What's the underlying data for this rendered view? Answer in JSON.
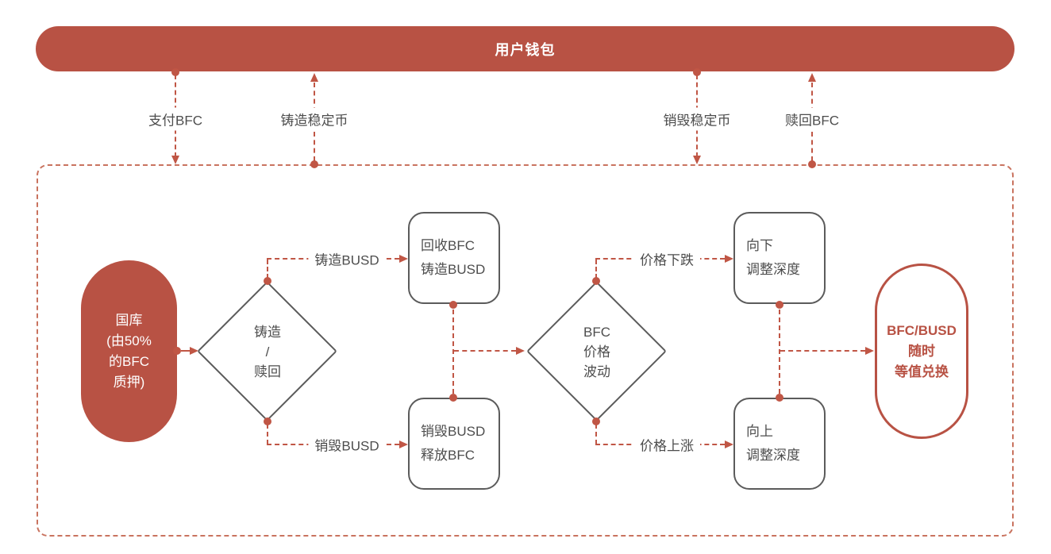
{
  "wallet": {
    "title": "用户钱包"
  },
  "wallet_flows": [
    {
      "label": "支付BFC",
      "direction": "down"
    },
    {
      "label": "铸造稳定币",
      "direction": "up"
    },
    {
      "label": "销毁稳定币",
      "direction": "down"
    },
    {
      "label": "赎回BFC",
      "direction": "up"
    }
  ],
  "treasury": {
    "lines": [
      "国库",
      "(由50%",
      "的BFC",
      "质押)"
    ]
  },
  "mint_redeem_diamond": {
    "lines": [
      "铸造",
      "/",
      "赎回"
    ]
  },
  "price_diamond": {
    "lines": [
      "BFC",
      "价格",
      "波动"
    ]
  },
  "process_boxes": {
    "recycle_mint": {
      "lines": [
        "回收BFC",
        "铸造BUSD"
      ]
    },
    "burn_release": {
      "lines": [
        "销毁BUSD",
        "释放BFC"
      ]
    },
    "adjust_down": {
      "lines": [
        "向下",
        "调整深度"
      ]
    },
    "adjust_up": {
      "lines": [
        "向上",
        "调整深度"
      ]
    }
  },
  "edge_labels": {
    "mint_busd": "铸造BUSD",
    "burn_busd": "销毁BUSD",
    "price_down": "价格下跌",
    "price_up": "价格上涨"
  },
  "exchange": {
    "lines": [
      "BFC/BUSD",
      "随时",
      "等值兑换"
    ]
  },
  "colors": {
    "solid_red": "#b85244",
    "connector_red": "#c05645",
    "container_dash_red": "#c9735f",
    "shape_stroke_gray": "#5b5b5b",
    "text_gray": "#4d4d4d"
  }
}
